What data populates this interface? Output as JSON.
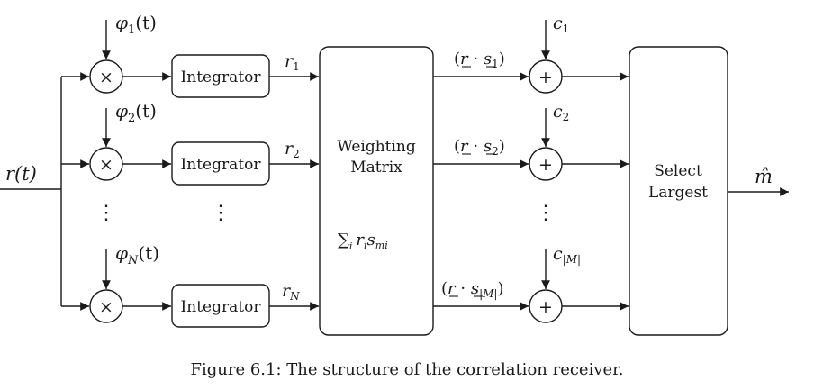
{
  "diagram": {
    "input": {
      "label": "r(t)"
    },
    "output": {
      "label": "m̂"
    },
    "branches": [
      {
        "basis": "φ",
        "basis_sub": "1",
        "basis_arg": "(t)",
        "integrator": "Integrator",
        "r": "r",
        "r_sub": "1"
      },
      {
        "basis": "φ",
        "basis_sub": "2",
        "basis_arg": "(t)",
        "integrator": "Integrator",
        "r": "r",
        "r_sub": "2"
      },
      {
        "basis": "φ",
        "basis_sub": "N",
        "basis_arg": "(t)",
        "integrator": "Integrator",
        "r": "r",
        "r_sub": "N"
      }
    ],
    "multiplier_symbol": "×",
    "adder_symbol": "+",
    "weighting": {
      "line1": "Weighting",
      "line2": "Matrix",
      "sum": "∑",
      "sum_sub": "i",
      "formula": "r",
      "formula_sub1": "i",
      "formula_mid": "s",
      "formula_sub2": "mi"
    },
    "correlations": [
      {
        "open": "(",
        "r": "r",
        "dot": " · ",
        "s": "s",
        "sub": "1",
        "close": ")",
        "c": "c",
        "c_sub": "1"
      },
      {
        "open": "(",
        "r": "r",
        "dot": " · ",
        "s": "s",
        "sub": "2",
        "close": ")",
        "c": "c",
        "c_sub": "2"
      },
      {
        "open": "(",
        "r": "r",
        "dot": " · ",
        "s": "s",
        "sub": "|M|",
        "close": ")",
        "c": "c",
        "c_sub": "|M|"
      }
    ],
    "select": {
      "line1": "Select",
      "line2": "Largest"
    },
    "ellipsis": "⋮",
    "caption": "Figure 6.1: The structure of the correlation receiver."
  },
  "colors": {
    "stroke": "#1a1a1a",
    "background": "#ffffff"
  }
}
